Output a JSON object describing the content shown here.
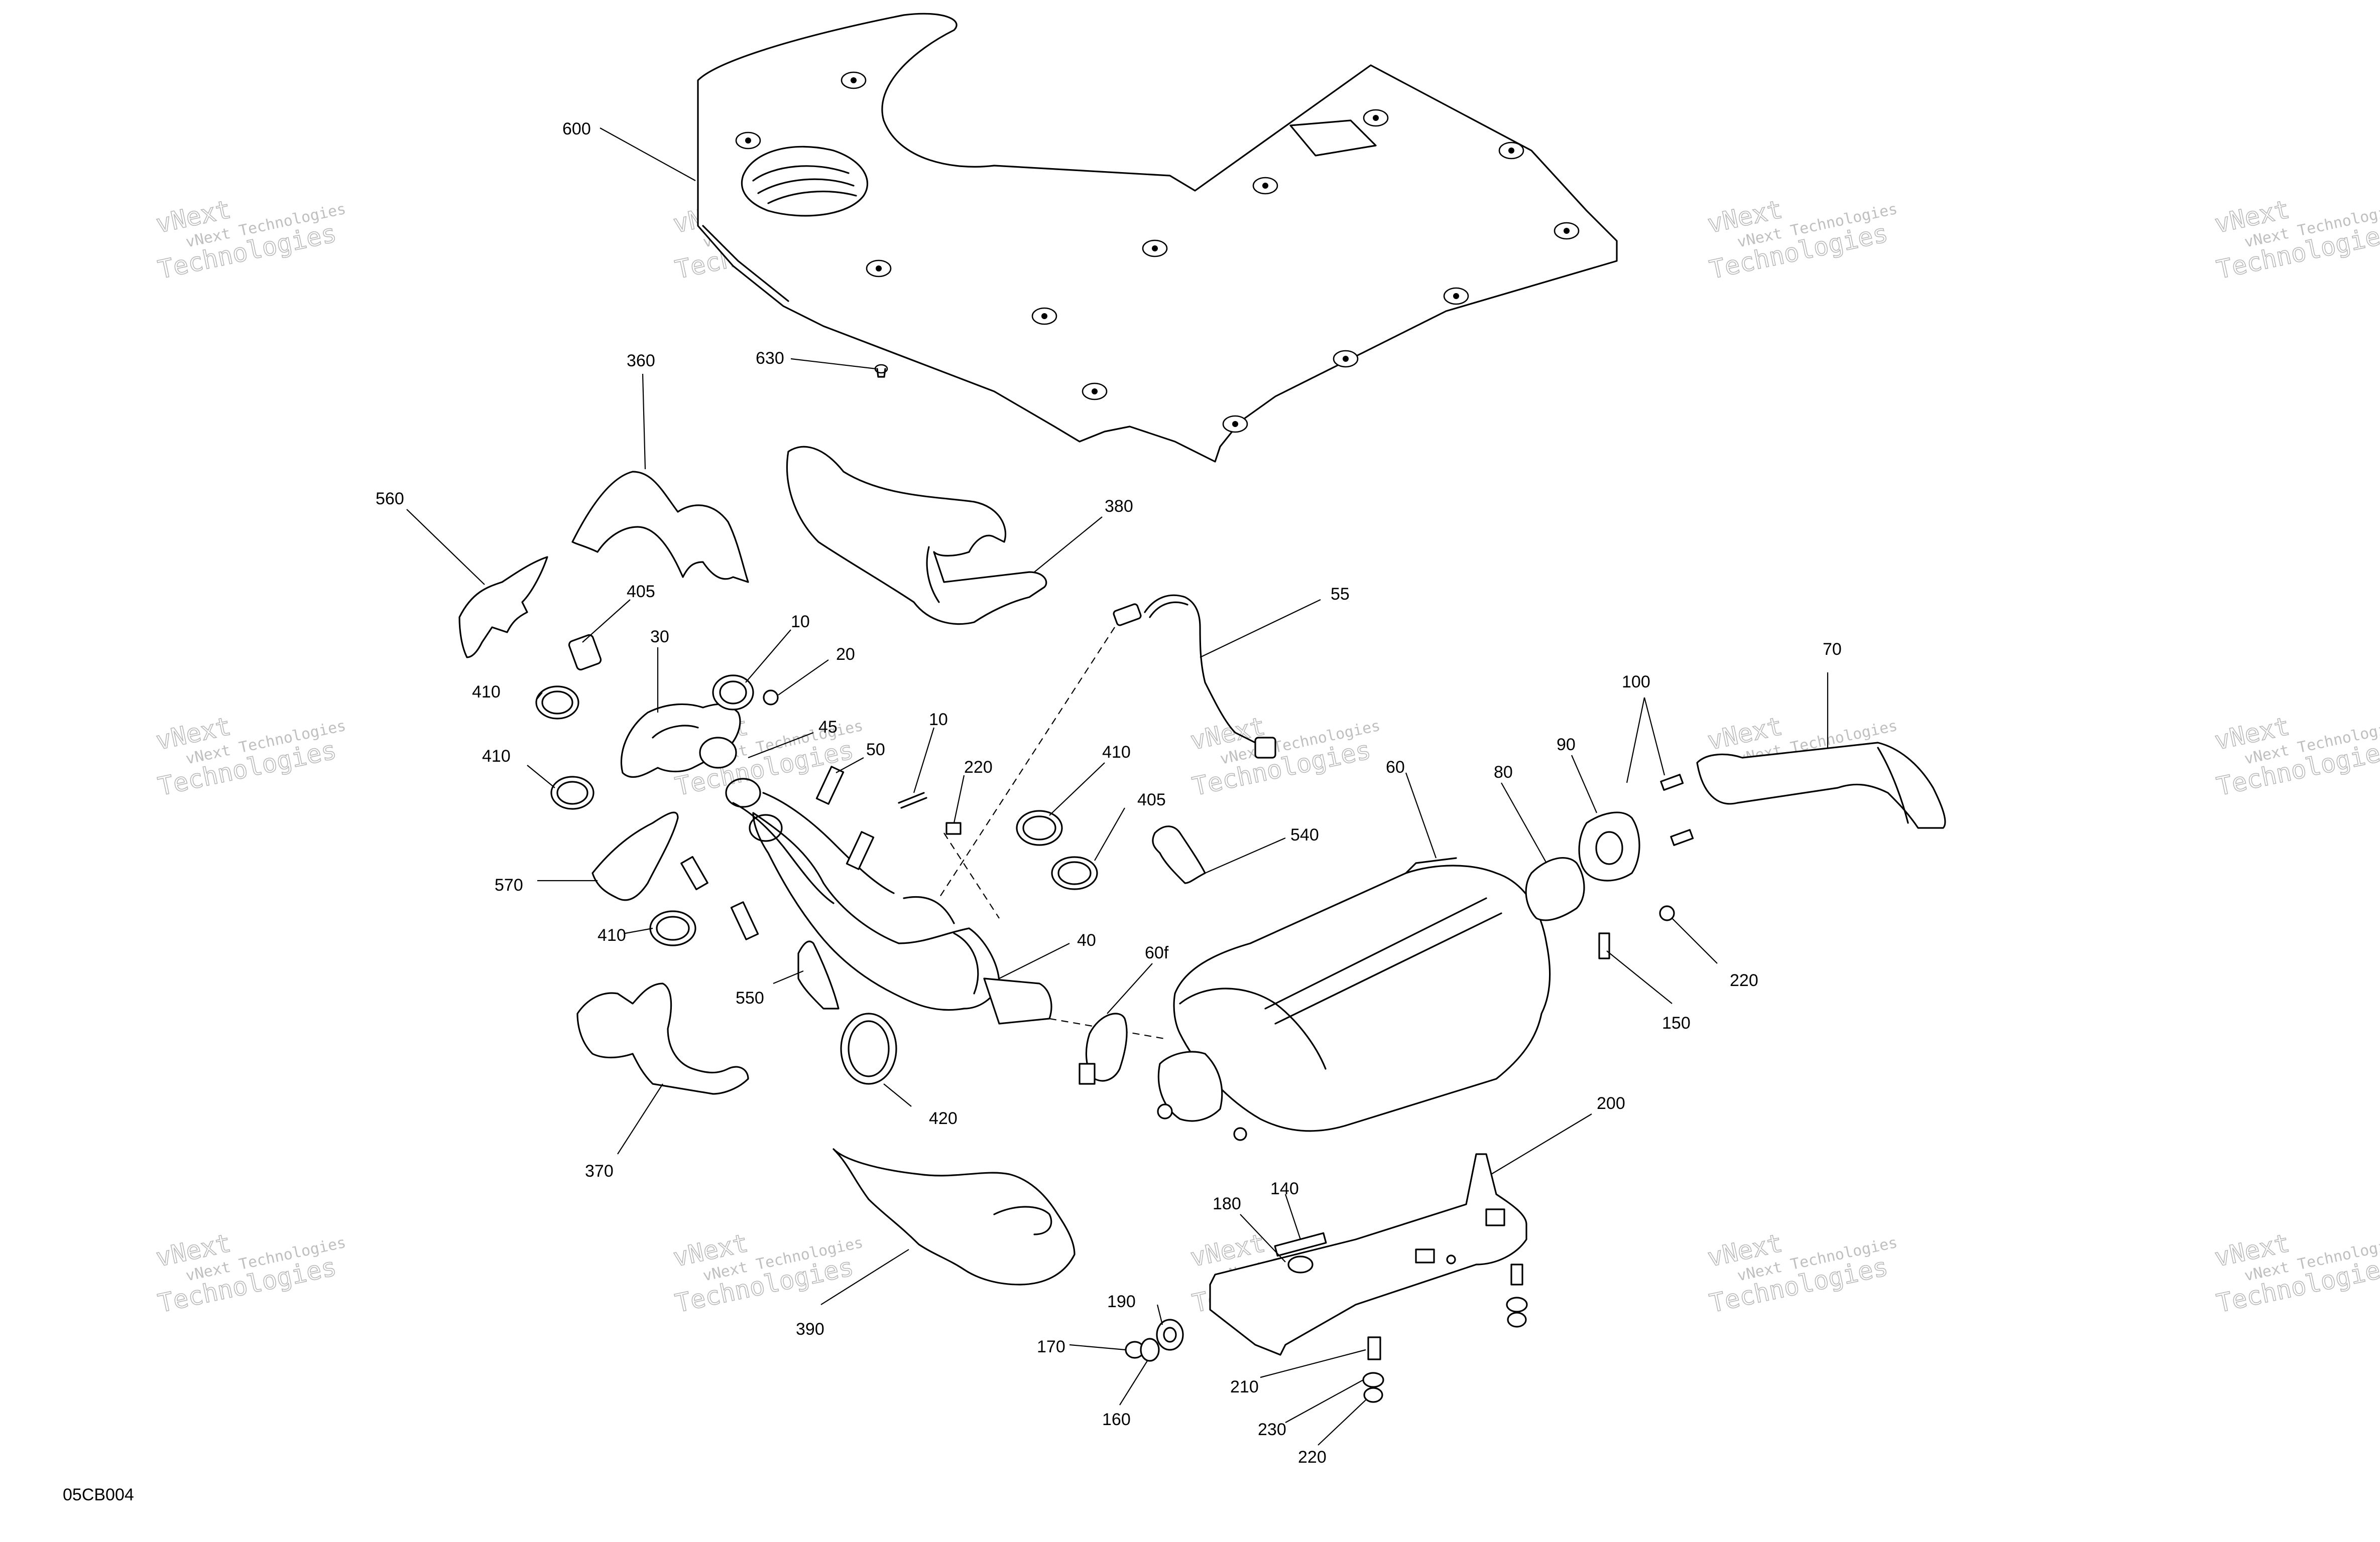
{
  "diagram_code": "05CB004",
  "watermark": {
    "small": "vNext Technologies",
    "big_line1": "vNext",
    "big_line2": "Technologies"
  },
  "callouts": {
    "c600": "600",
    "c630": "630",
    "c360": "360",
    "c560": "560",
    "c380": "380",
    "c405a": "405",
    "c405b": "405",
    "c10a": "10",
    "c10b": "10",
    "c20": "20",
    "c30": "30",
    "c410a": "410",
    "c410b": "410",
    "c410c": "410",
    "c410d": "410",
    "c45": "45",
    "c50": "50",
    "c220a": "220",
    "c220b": "220",
    "c220c": "220",
    "c55": "55",
    "c570": "570",
    "c540": "540",
    "c60": "60",
    "c70": "70",
    "c80": "80",
    "c90": "90",
    "c100": "100",
    "c40": "40",
    "c60f": "60f",
    "c550": "550",
    "c150": "150",
    "c420": "420",
    "c370": "370",
    "c200": "200",
    "c140": "140",
    "c180": "180",
    "c390": "390",
    "c190": "190",
    "c170": "170",
    "c210": "210",
    "c160": "160",
    "c230": "230"
  }
}
